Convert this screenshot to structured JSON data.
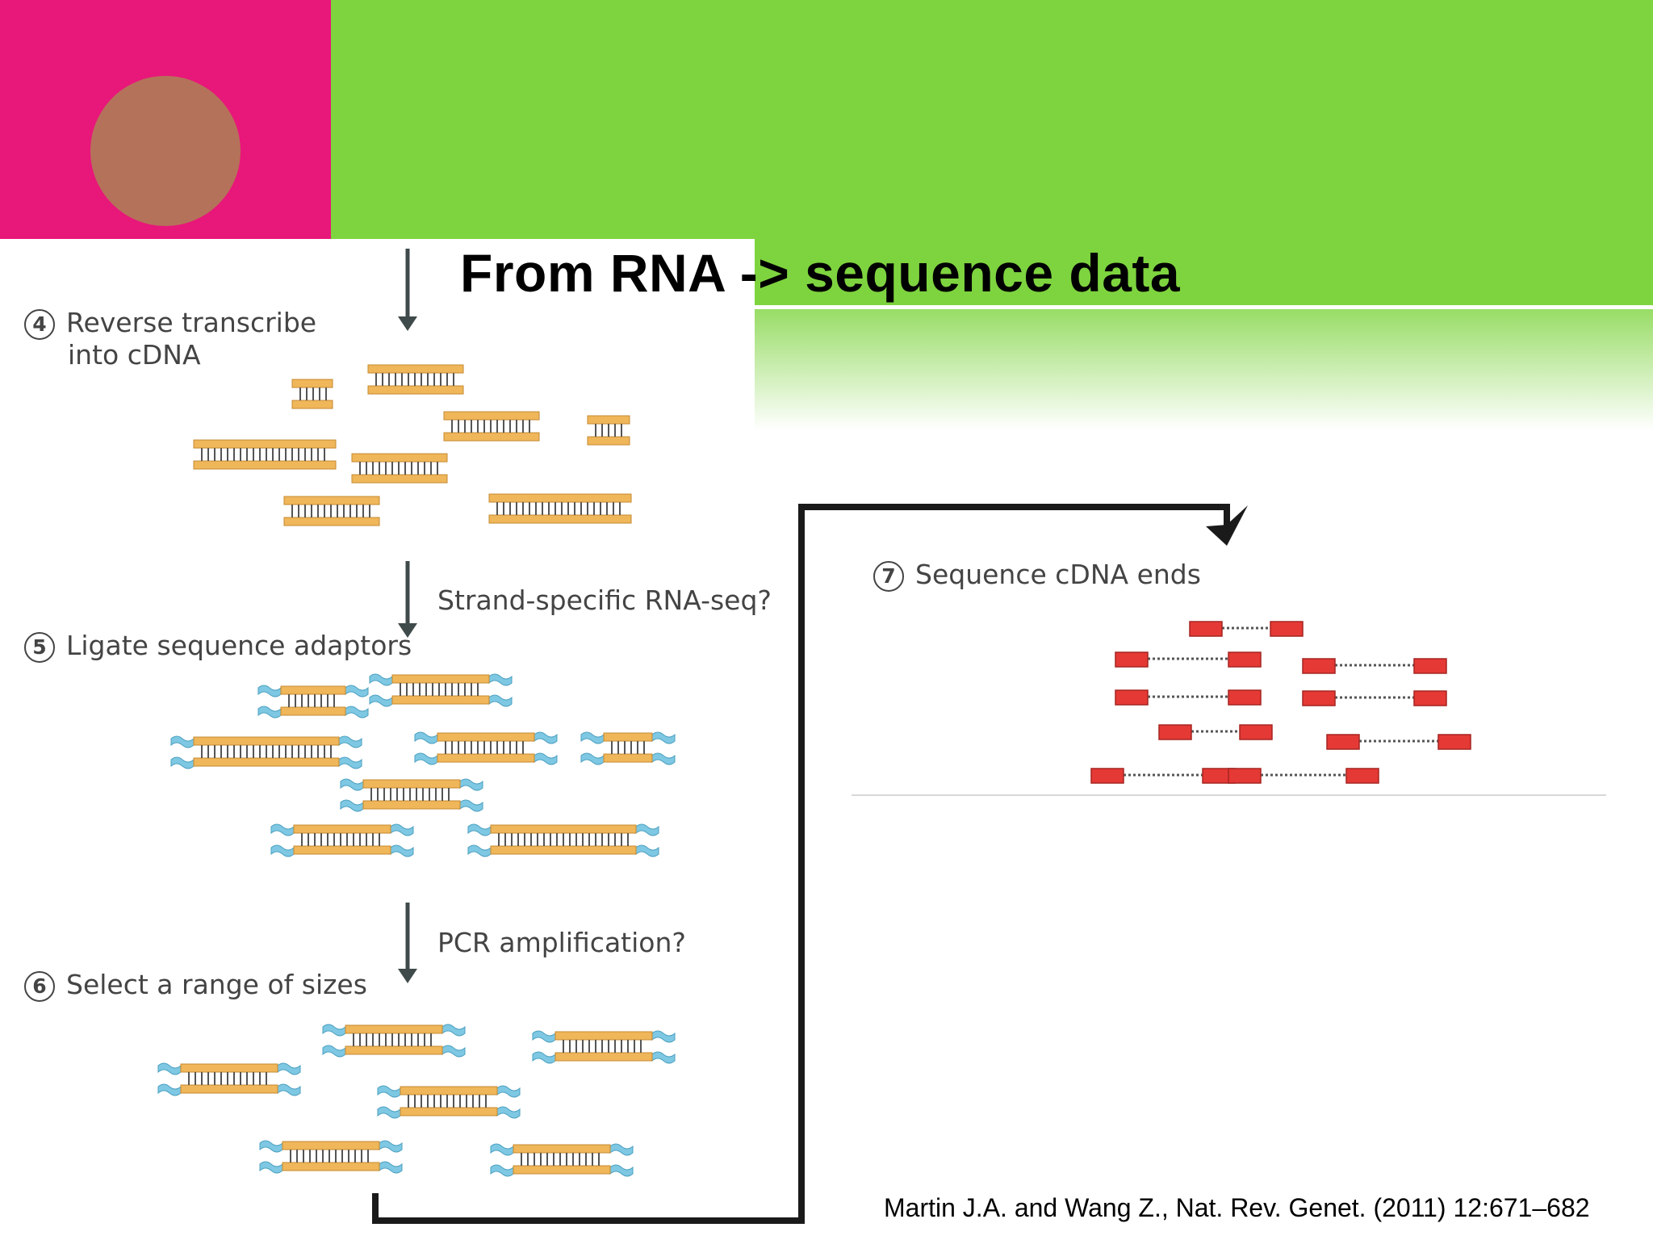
{
  "slide": {
    "title": "From RNA -> sequence data",
    "citation": "Martin J.A. and Wang Z., Nat. Rev. Genet. (2011) 12:671–682"
  },
  "figure": {
    "step4": {
      "number": "4",
      "label_line1": "Reverse transcribe",
      "label_line2": "into cDNA"
    },
    "step5": {
      "number": "5",
      "label": "Ligate sequence adaptors",
      "side_note": "Strand-specific RNA-seq?"
    },
    "step6": {
      "number": "6",
      "label": "Select a range of sizes",
      "side_note": "PCR amplification?"
    },
    "step7": {
      "number": "7",
      "label": "Sequence cDNA ends"
    }
  },
  "colors": {
    "pink": "#E8177A",
    "green": "#7ED43F",
    "orange": "#FDB515",
    "circle": "#B5725A",
    "cdna_strand": "#F0B65A",
    "adaptor": "#7EC8E3",
    "read": "#E53935",
    "arrow": "#3F4A4A",
    "connector": "#1a1a1a"
  }
}
